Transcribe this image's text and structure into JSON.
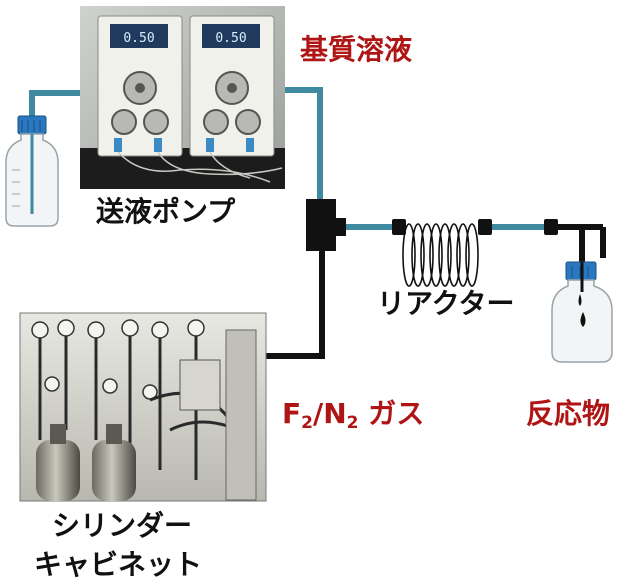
{
  "labels": {
    "substrate_solution": "基質溶液",
    "pump": "送液ポンプ",
    "reactor": "リアクター",
    "gas_f": "F",
    "gas_sub1": "2",
    "gas_n": "/N",
    "gas_sub2": "2",
    "gas_word": " ガス",
    "product": "反応物",
    "cylinder_line1": "シリンダー",
    "cylinder_line2": "キャビネット"
  },
  "pump_displays": [
    "0.50",
    "0.50"
  ],
  "colors": {
    "liquid_line": "#3f8aa0",
    "gas_line": "#111111",
    "label_accent": "#b01515",
    "label_text": "#111111",
    "bottle_cap": "#2a78c0"
  },
  "icons": [
    "solvent-bottle-icon",
    "product-bottle-icon",
    "t-mixer-icon",
    "coil-reactor-icon",
    "drops-icon"
  ]
}
